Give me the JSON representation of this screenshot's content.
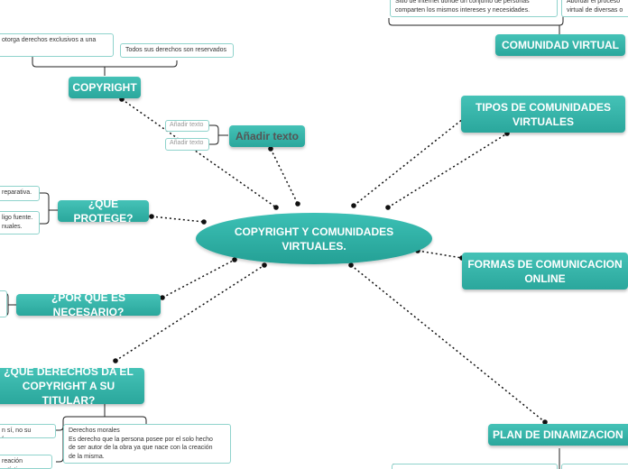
{
  "central": "COPYRIGHT Y COMUNIDADES VIRTUALES.",
  "topics": {
    "copyright": "COPYRIGHT",
    "anadir": "Añadir texto",
    "que_protege": "¿QUE PROTEGE?",
    "por_que": "¿POR QUE ES NECESARIO?",
    "derechos": "¿QUE DERECHOS DA EL COPYRIGHT A SU TITULAR?",
    "comunidad": "COMUNIDAD VIRTUAL",
    "tipos": "TIPOS DE COMUNIDADES VIRTUALES",
    "formas": "FORMAS DE COMUNICACION ONLINE",
    "plan": "PLAN DE DINAMIZACION"
  },
  "notes": {
    "copyright_1": "otorga derechos  exclusivos a una",
    "copyright_2": "Todos sus derechos son reservados",
    "anadir_1": "Añadir texto",
    "anadir_2": "Añadir texto",
    "protege_1": "reparativa.",
    "protege_2": "ligo fuente.\nnuales.",
    "comunidad_1": "Sitio de internet donde un conjunto de personas\ncomparten los mismos intereses y necesidades.",
    "comunidad_2": "Abordar el proceso\nvirtual de diversas o",
    "derechos_1": "n sí, no su forma.",
    "derechos_2": "Derechos morales\nEs derecho que la persona posee por el solo hecho\nde ser autor de la obra ya que nace con la creación\nde la misma.",
    "derechos_3": "reación artística."
  }
}
